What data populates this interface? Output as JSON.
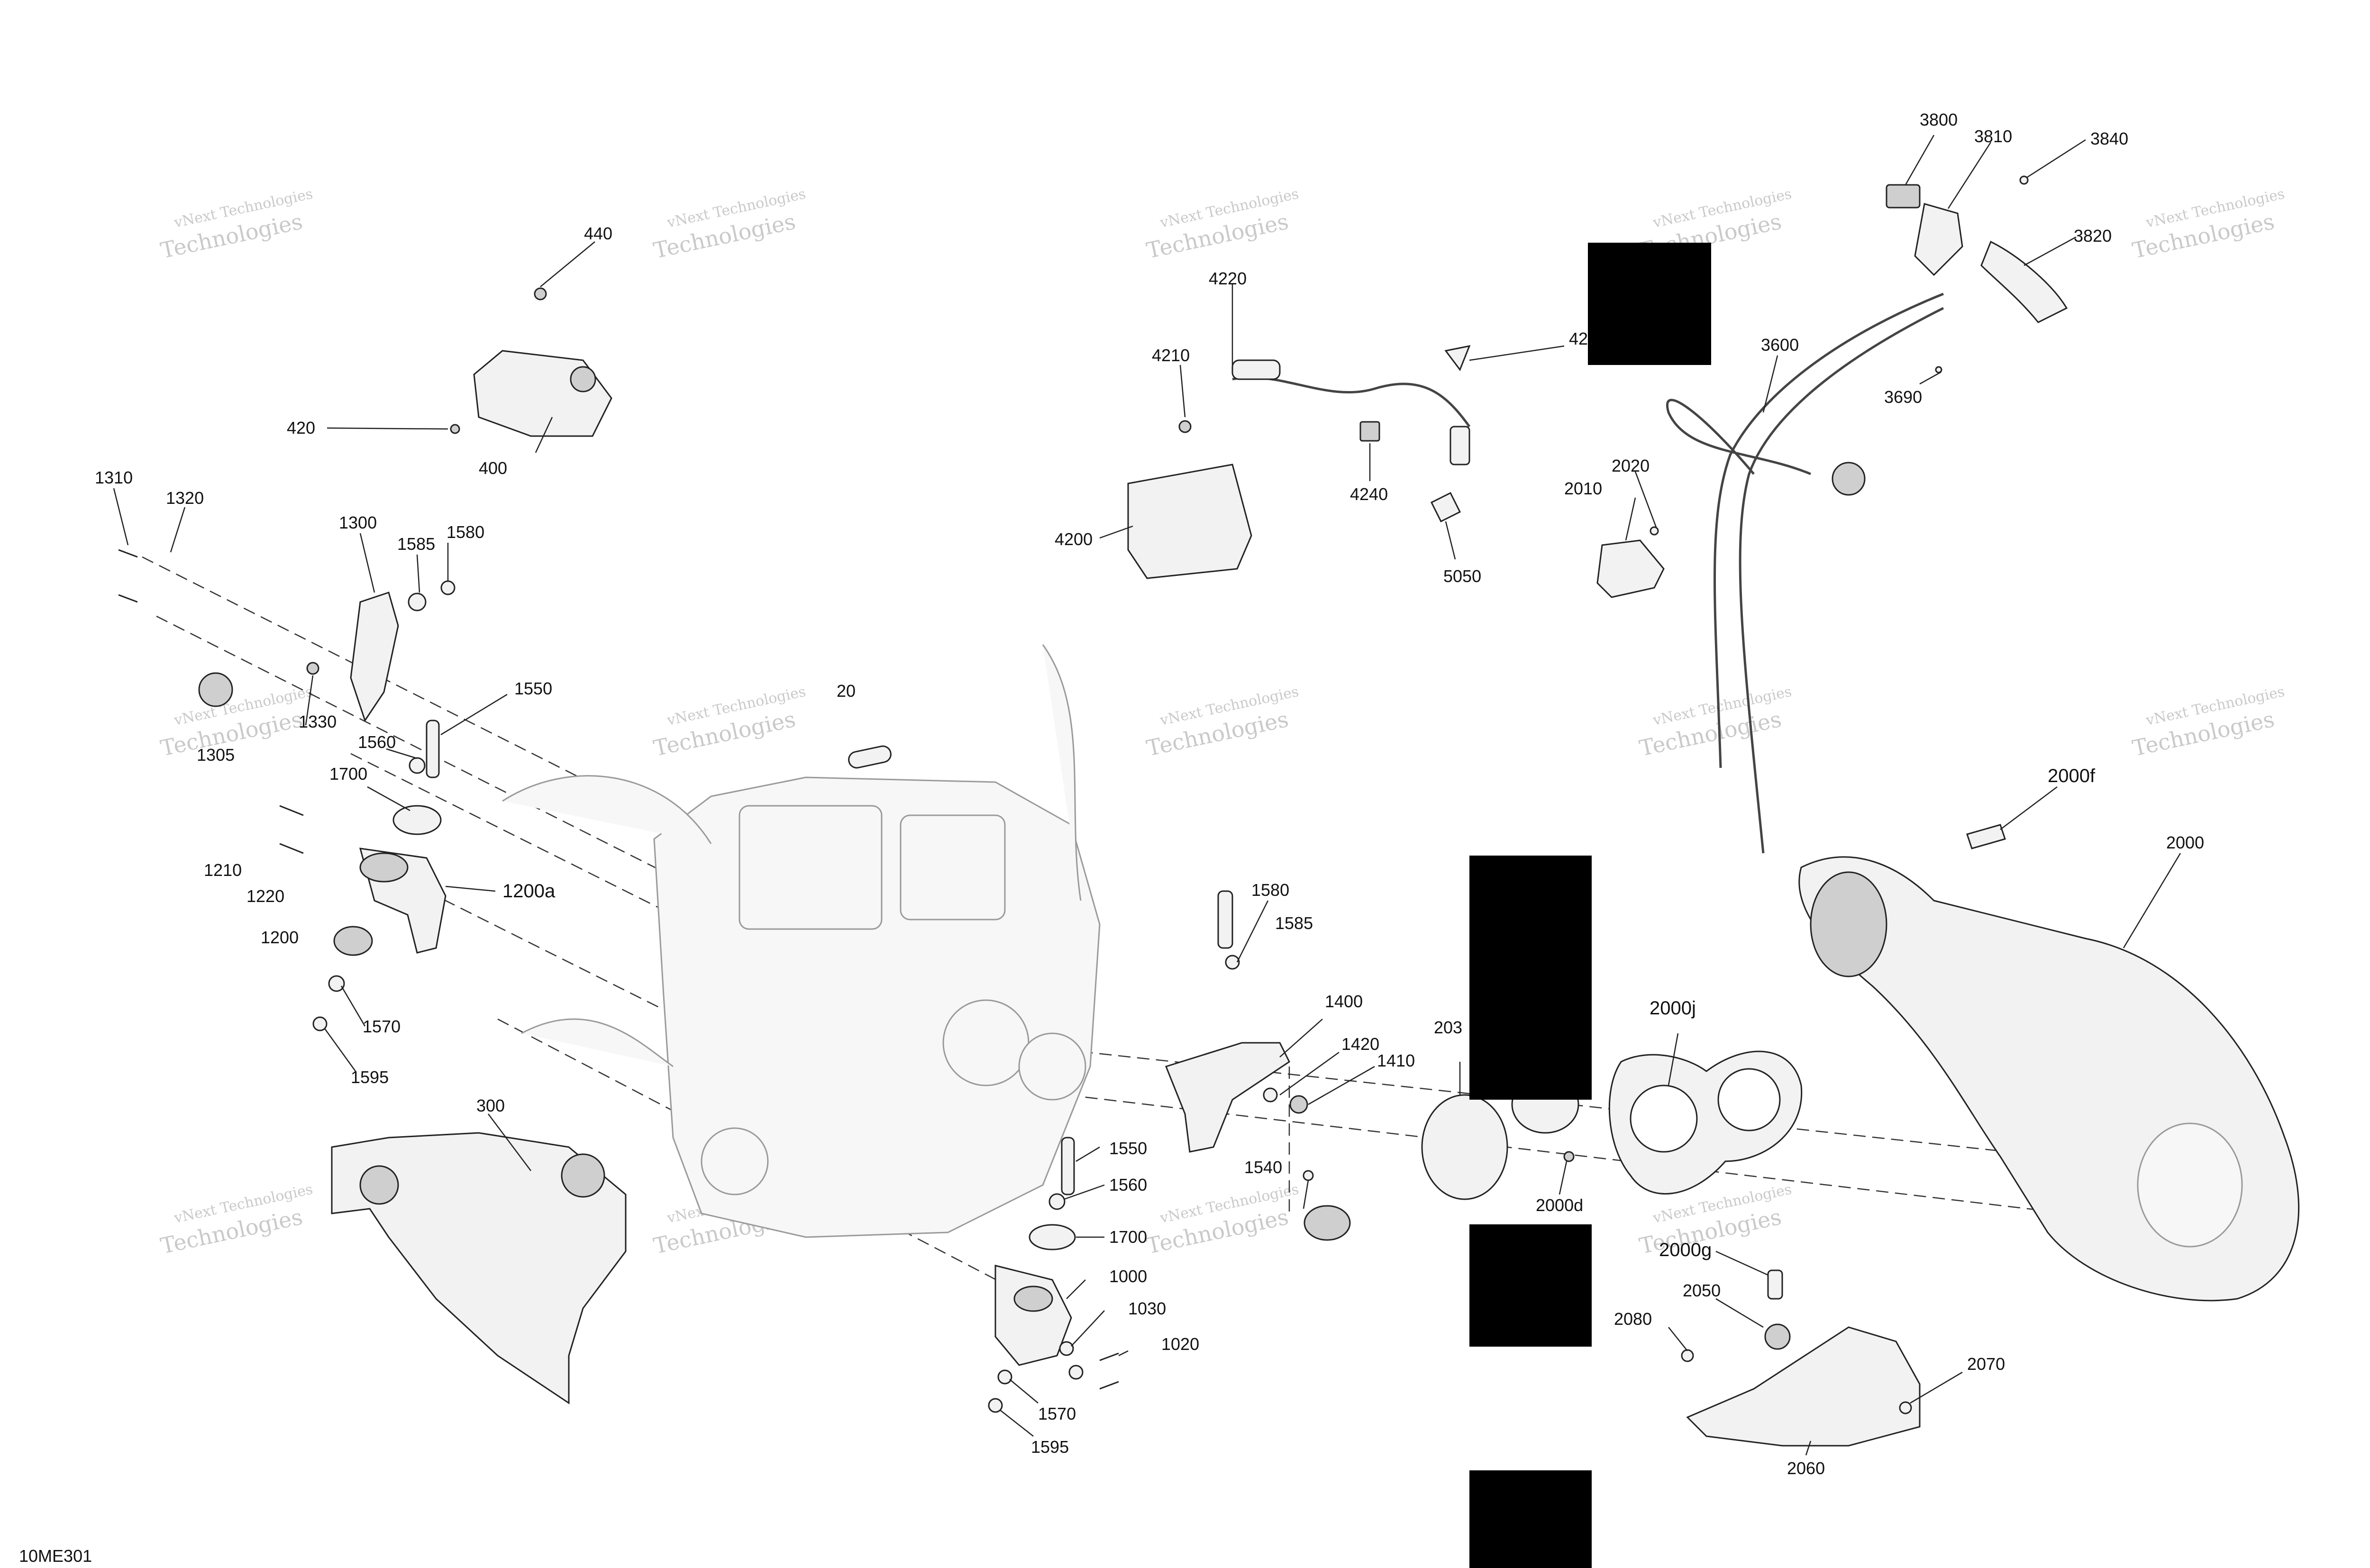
{
  "diagram_code": "10ME301",
  "watermark": {
    "line1": "vNext Technologies",
    "line2": "Technologies"
  },
  "callouts": [
    "440",
    "420",
    "400",
    "1310",
    "1320",
    "1300",
    "1585",
    "1580",
    "1305",
    "1330",
    "1550",
    "1560",
    "1700",
    "1210",
    "1220",
    "1200a",
    "1200",
    "1570",
    "1595",
    "20",
    "300",
    "4220",
    "4210",
    "4240",
    "4200",
    "5050",
    "42",
    "1580",
    "1585",
    "1400",
    "1420",
    "1410",
    "1550",
    "1560",
    "1700",
    "1000",
    "1030",
    "1020",
    "1570",
    "1595",
    "1540",
    "203",
    "2000d",
    "2000j",
    "2000g",
    "2050",
    "2080",
    "2060",
    "2070",
    "3800",
    "3810",
    "3840",
    "3820",
    "3600",
    "3690",
    "2020",
    "2010",
    "2000f",
    "2000"
  ]
}
